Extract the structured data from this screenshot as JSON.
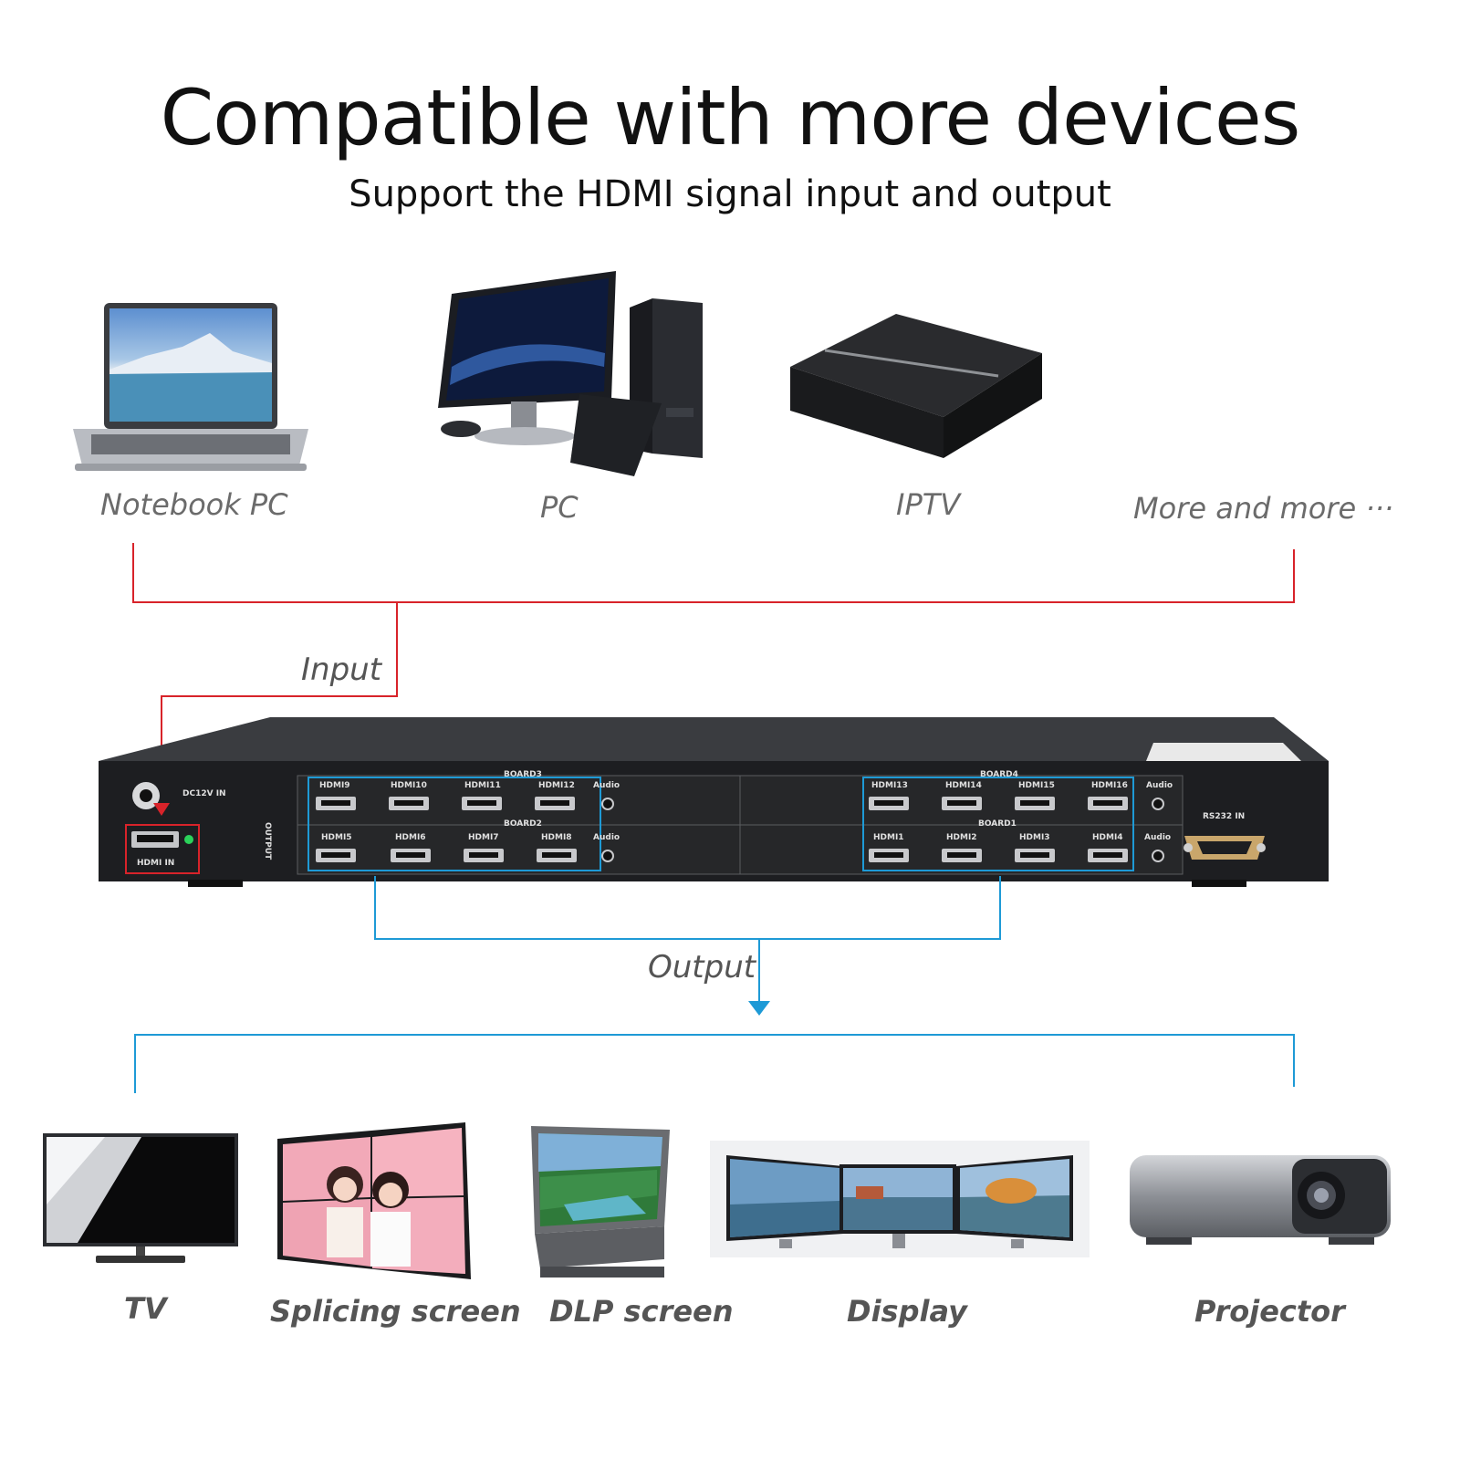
{
  "header": {
    "title": "Compatible with more devices",
    "subtitle": "Support the HDMI signal input and output"
  },
  "inputs": [
    {
      "label": "Notebook PC",
      "icon": "laptop-icon"
    },
    {
      "label": "PC",
      "icon": "desktop-pc-icon"
    },
    {
      "label": "IPTV",
      "icon": "set-top-box-icon"
    },
    {
      "label": "More and more ···",
      "icon": ""
    }
  ],
  "flow": {
    "input_label": "Input",
    "output_label": "Output"
  },
  "device": {
    "dc_label": "DC12V IN",
    "hdmi_in_label": "HDMI IN",
    "output_side_label": "OUTPUT",
    "rs232_label": "RS232 IN",
    "board3": "BOARD3",
    "board2": "BOARD2",
    "board4": "BOARD4",
    "board1": "BOARD1",
    "audio": "Audio",
    "row_top_left": [
      "HDMI9",
      "HDMI10",
      "HDMI11",
      "HDMI12"
    ],
    "row_bottom_left": [
      "HDMI5",
      "HDMI6",
      "HDMI7",
      "HDMI8"
    ],
    "row_top_right": [
      "HDMI13",
      "HDMI14",
      "HDMI15",
      "HDMI16"
    ],
    "row_bottom_right": [
      "HDMI1",
      "HDMI2",
      "HDMI3",
      "HDMI4"
    ]
  },
  "outputs": [
    {
      "label": "TV",
      "icon": "tv-icon"
    },
    {
      "label": "Splicing screen",
      "icon": "video-wall-icon"
    },
    {
      "label": "DLP screen",
      "icon": "dlp-screen-icon"
    },
    {
      "label": "Display",
      "icon": "triple-monitor-icon"
    },
    {
      "label": "Projector",
      "icon": "projector-icon"
    }
  ],
  "colors": {
    "input_line": "#d8232a",
    "output_line": "#1e9ad6"
  }
}
